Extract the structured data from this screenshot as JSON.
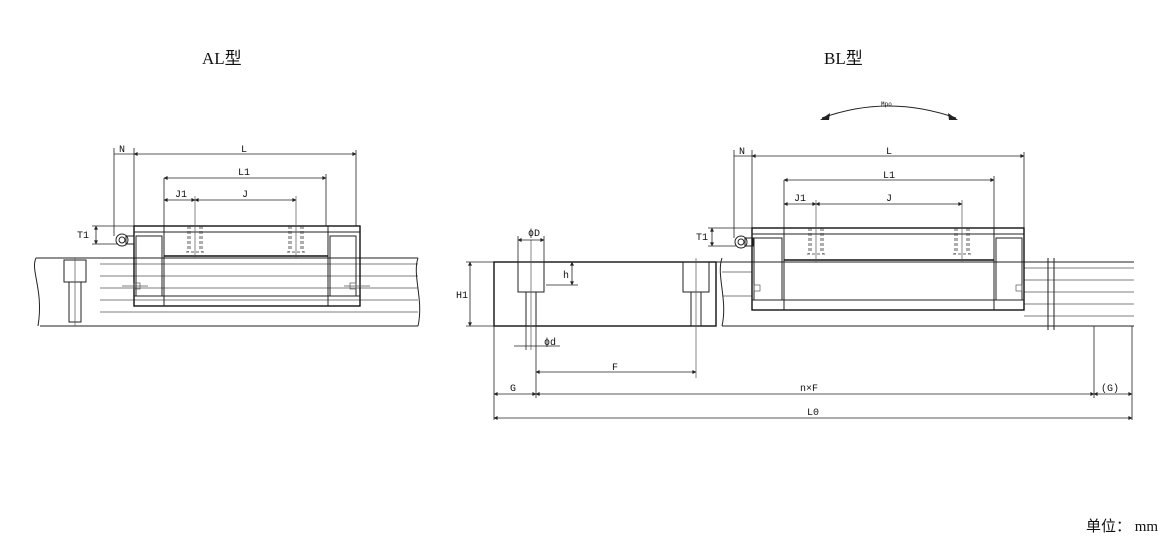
{
  "titles": {
    "al": "AL型",
    "bl": "BL型"
  },
  "unit": "单位： mm",
  "labels": {
    "N": "N",
    "L": "L",
    "L1": "L1",
    "J1": "J1",
    "J": "J",
    "T1": "T1",
    "phiD": "ϕD",
    "h": "h",
    "H1": "H1",
    "phid": "ϕd",
    "F": "F",
    "G": "G",
    "nxF": "n×F",
    "G_paren": "(G)",
    "L0": "L0",
    "Mpo": "Mpo"
  }
}
